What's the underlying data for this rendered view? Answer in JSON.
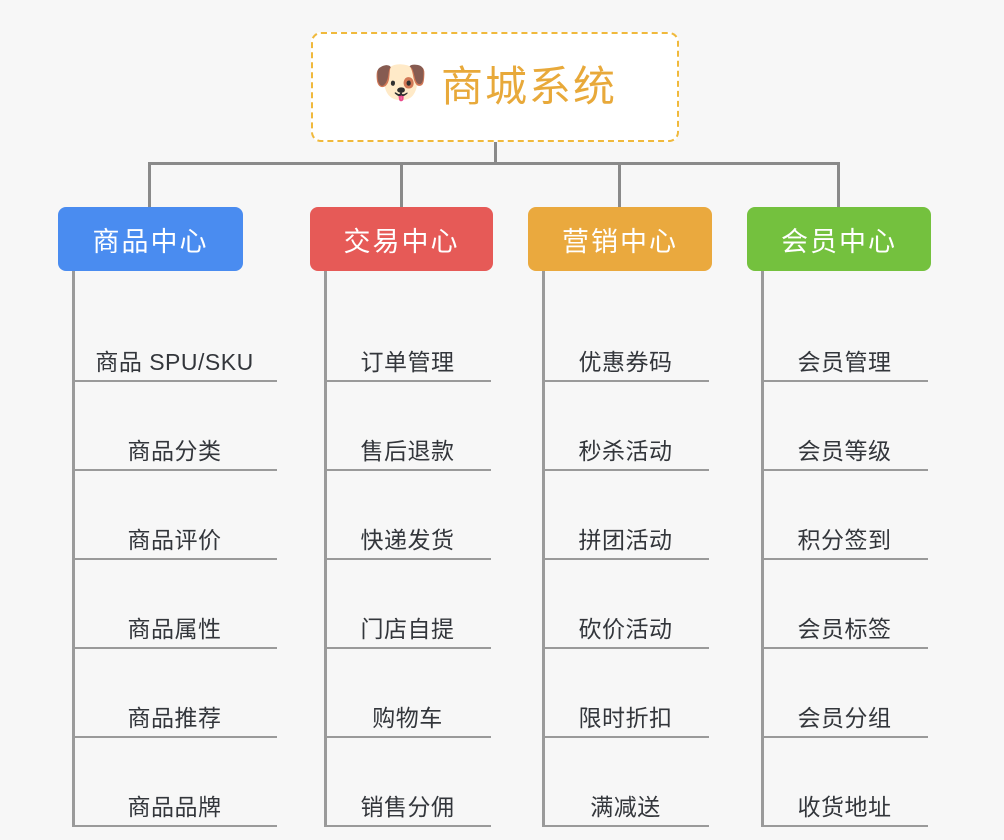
{
  "page": {
    "background_color": "#f7f7f7",
    "line_color": "#8a8a8a",
    "leaf_line_color": "#9a9a9a",
    "leaf_text_color": "#33363b"
  },
  "root": {
    "icon": "dog-face-emoji",
    "icon_glyph": "🐶",
    "title": "商城系统",
    "title_color": "#e8a93a",
    "border_color": "#f0b93c",
    "background_color": "#ffffff"
  },
  "columns": [
    {
      "title": "商品中心",
      "color": "#4a8cf0",
      "items": [
        {
          "label": "商品 SPU/SKU"
        },
        {
          "label": "商品分类"
        },
        {
          "label": "商品评价"
        },
        {
          "label": "商品属性"
        },
        {
          "label": "商品推荐"
        },
        {
          "label": "商品品牌"
        }
      ]
    },
    {
      "title": "交易中心",
      "color": "#e65a57",
      "items": [
        {
          "label": "订单管理"
        },
        {
          "label": "售后退款"
        },
        {
          "label": "快递发货"
        },
        {
          "label": "门店自提"
        },
        {
          "label": "购物车"
        },
        {
          "label": "销售分佣"
        }
      ]
    },
    {
      "title": "营销中心",
      "color": "#eaa93e",
      "items": [
        {
          "label": "优惠券码"
        },
        {
          "label": "秒杀活动"
        },
        {
          "label": "拼团活动"
        },
        {
          "label": "砍价活动"
        },
        {
          "label": "限时折扣"
        },
        {
          "label": "满减送"
        }
      ]
    },
    {
      "title": "会员中心",
      "color": "#74c13e",
      "items": [
        {
          "label": "会员管理"
        },
        {
          "label": "会员等级"
        },
        {
          "label": "积分签到"
        },
        {
          "label": "会员标签"
        },
        {
          "label": "会员分组"
        },
        {
          "label": "收货地址"
        }
      ]
    }
  ]
}
